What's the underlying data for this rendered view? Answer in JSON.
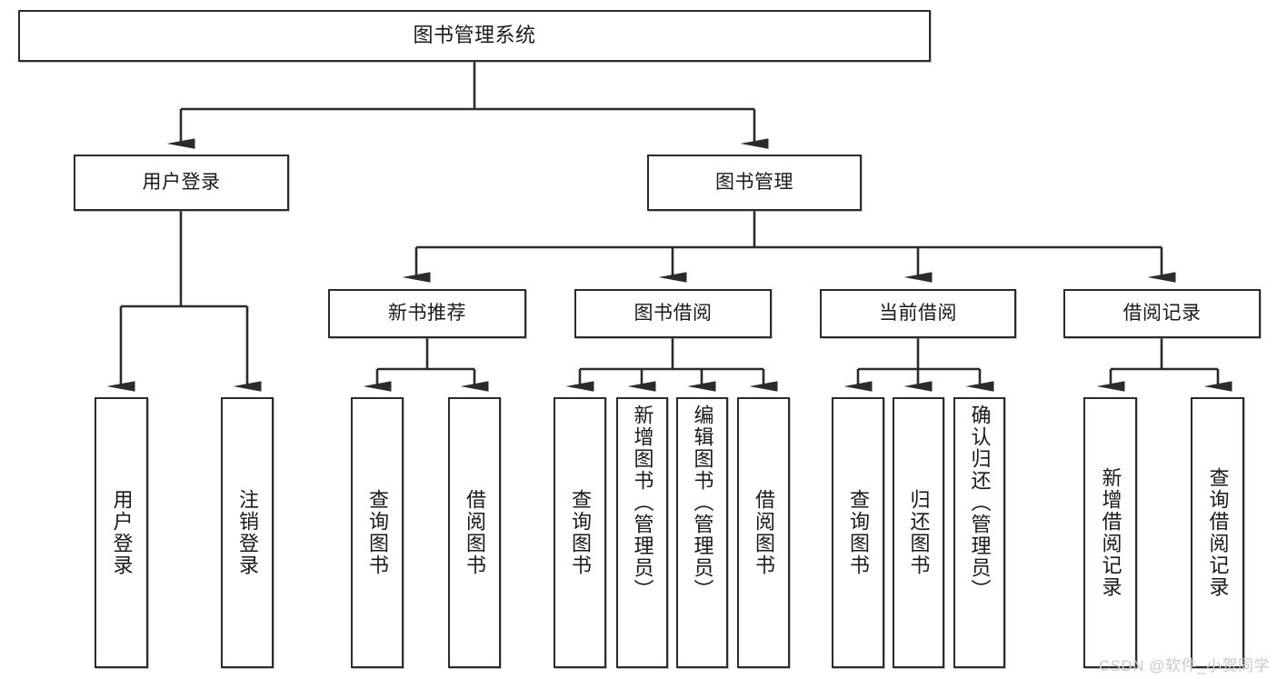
{
  "diagram": {
    "title": "图书管理系统",
    "type": "hierarchy-tree",
    "root": {
      "label": "图书管理系统"
    },
    "level2": [
      {
        "label": "用户登录"
      },
      {
        "label": "图书管理"
      }
    ],
    "level3": [
      {
        "label": "新书推荐"
      },
      {
        "label": "图书借阅"
      },
      {
        "label": "当前借阅"
      },
      {
        "label": "借阅记录"
      }
    ],
    "leaves": {
      "user_login": [
        {
          "label": "用户登录"
        },
        {
          "label": "注销登录"
        }
      ],
      "new_book_recommend": [
        {
          "label": "查询图书"
        },
        {
          "label": "借阅图书"
        }
      ],
      "book_borrow": [
        {
          "label": "查询图书"
        },
        {
          "label": "新增图书（管理员）"
        },
        {
          "label": "编辑图书（管理员）"
        },
        {
          "label": "借阅图书"
        }
      ],
      "current_borrow": [
        {
          "label": "查询图书"
        },
        {
          "label": "归还图书"
        },
        {
          "label": "确认归还（管理员）"
        }
      ],
      "borrow_record": [
        {
          "label": "新增借阅记录"
        },
        {
          "label": "查询借阅记录"
        }
      ]
    }
  },
  "watermark": {
    "text": "CSDN @软件_小贺同学"
  },
  "colors": {
    "border": "#2b2b2b",
    "text": "#1a1a1a",
    "background": "#ffffff",
    "watermark": "#c9c9c9"
  }
}
